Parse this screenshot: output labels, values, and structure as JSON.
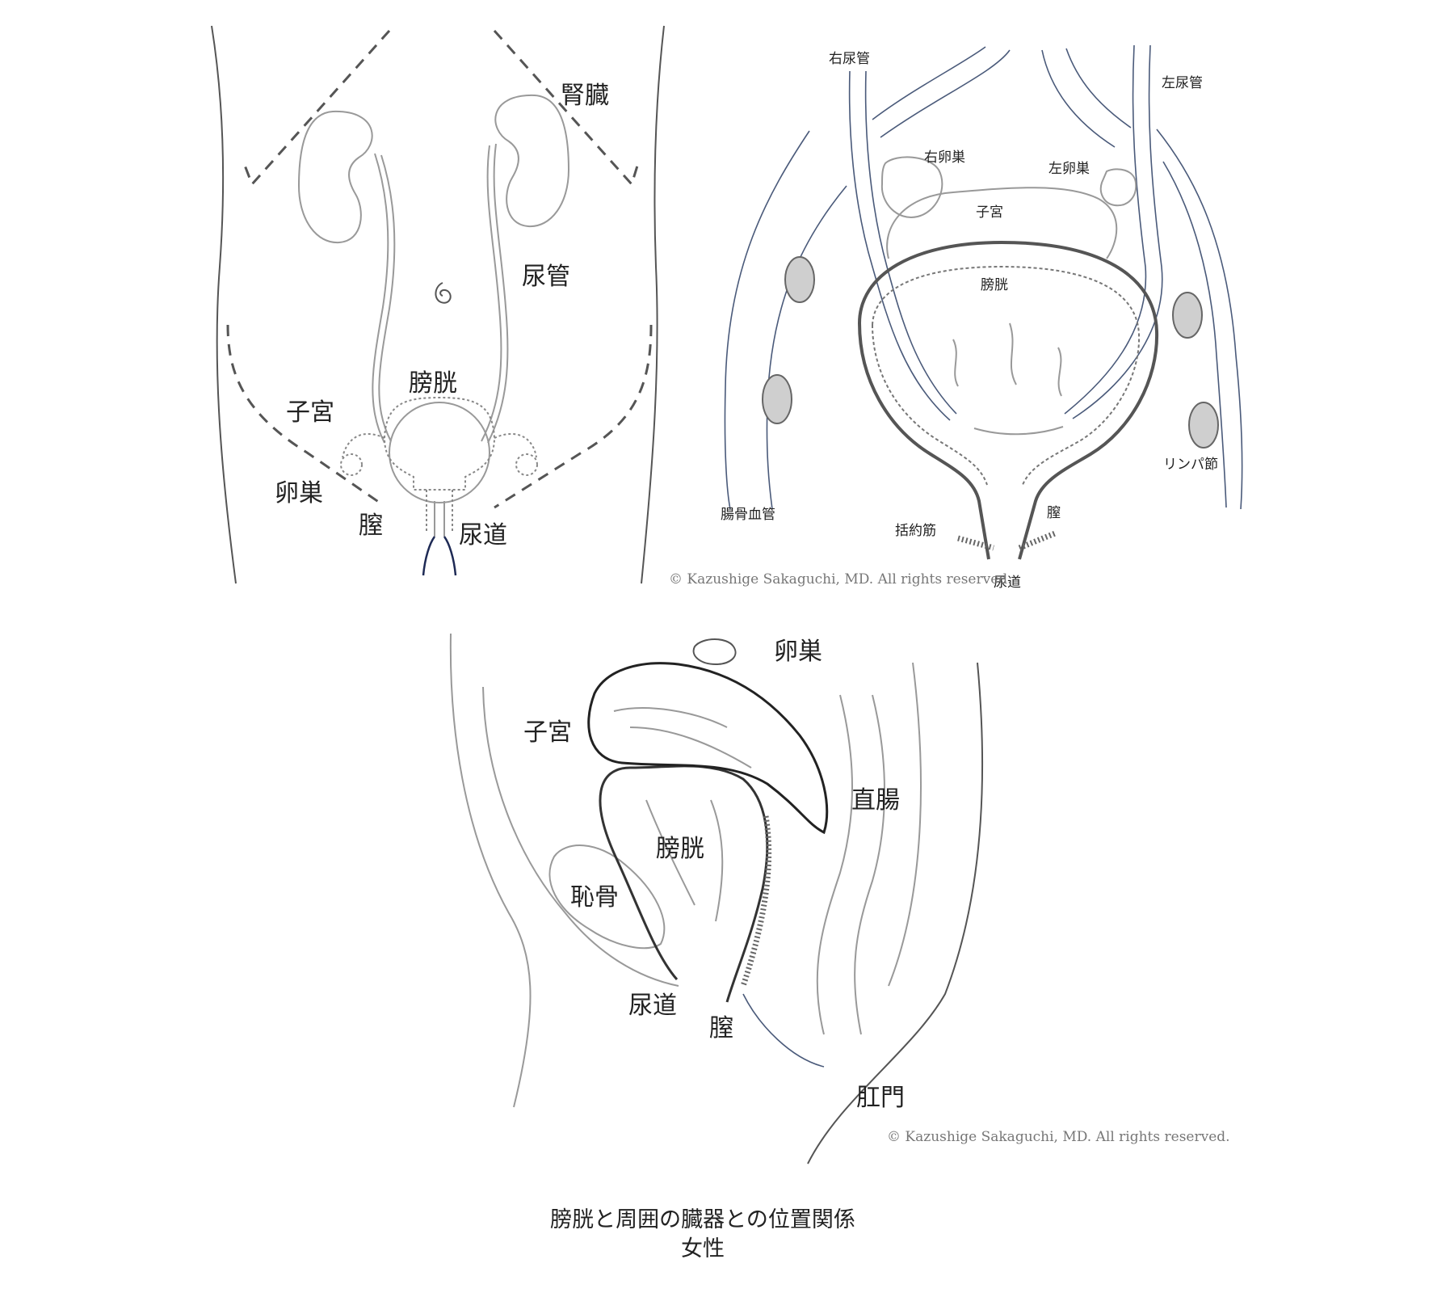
{
  "panel_front": {
    "labels": {
      "kidney": "腎臓",
      "ureter": "尿管",
      "bladder": "膀胱",
      "uterus": "子宮",
      "ovary": "卵巣",
      "vagina": "膣",
      "urethra": "尿道"
    }
  },
  "panel_detail": {
    "labels": {
      "right_ureter": "右尿管",
      "left_ureter": "左尿管",
      "right_ovary": "右卵巣",
      "left_ovary": "左卵巣",
      "uterus": "子宮",
      "bladder": "膀胱",
      "lymph_node": "リンパ節",
      "iliac_vessel": "腸骨血管",
      "sphincter": "括約筋",
      "vagina": "膣",
      "urethra": "尿道"
    },
    "copyright": "© Kazushige Sakaguchi, MD. All rights reserved."
  },
  "panel_side": {
    "labels": {
      "ovary": "卵巣",
      "uterus": "子宮",
      "rectum": "直腸",
      "bladder": "膀胱",
      "pubic_bone": "恥骨",
      "urethra": "尿道",
      "vagina": "膣",
      "anus": "肛門"
    },
    "copyright": "© Kazushige Sakaguchi, MD. All rights reserved."
  },
  "caption": {
    "line1": "膀胱と周囲の臓器との位置関係",
    "line2": "女性"
  }
}
